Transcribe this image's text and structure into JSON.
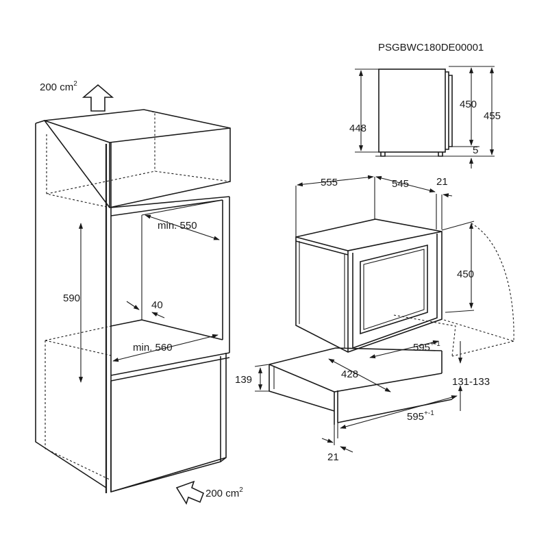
{
  "model_code": "PSGBWC180DE00001",
  "vent_top": {
    "value": "200 cm",
    "sup": "2"
  },
  "vent_bottom": {
    "value": "200 cm",
    "sup": "2"
  },
  "cabinet_dims": {
    "height_590": "590",
    "min_550": "min. 550",
    "depth_40": "40",
    "min_560": "min. 560"
  },
  "side_view_dims": {
    "d448": "448",
    "d450": "450",
    "d455": "455",
    "d5": "5"
  },
  "appliance_dims": {
    "d555": "555",
    "d545": "545",
    "d21_top": "21",
    "d450": "450",
    "d595_top": {
      "value": "595",
      "sup": "+-1"
    },
    "d428": "428",
    "d139": "139",
    "d131_133": "131-133",
    "d595_bottom": {
      "value": "595",
      "sup": "+-1"
    },
    "d21_bottom": "21"
  }
}
